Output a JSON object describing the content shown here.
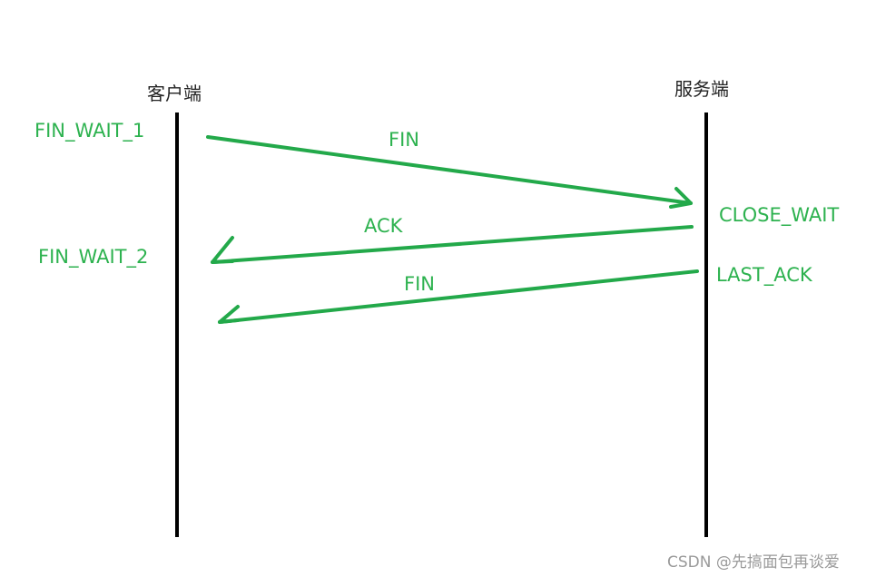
{
  "client": {
    "title": "客户端",
    "states": [
      "FIN_WAIT_1",
      "FIN_WAIT_2"
    ]
  },
  "server": {
    "title": "服务端",
    "states": [
      "CLOSE_WAIT",
      "LAST_ACK"
    ]
  },
  "messages": [
    {
      "label": "FIN",
      "from": "client",
      "to": "server"
    },
    {
      "label": "ACK",
      "from": "server",
      "to": "client"
    },
    {
      "label": "FIN",
      "from": "server",
      "to": "client"
    }
  ],
  "colors": {
    "arrow": "#23a94a",
    "state_text": "#2db24f",
    "lifeline": "#000000"
  },
  "watermark": "CSDN @先搞面包再谈爱"
}
